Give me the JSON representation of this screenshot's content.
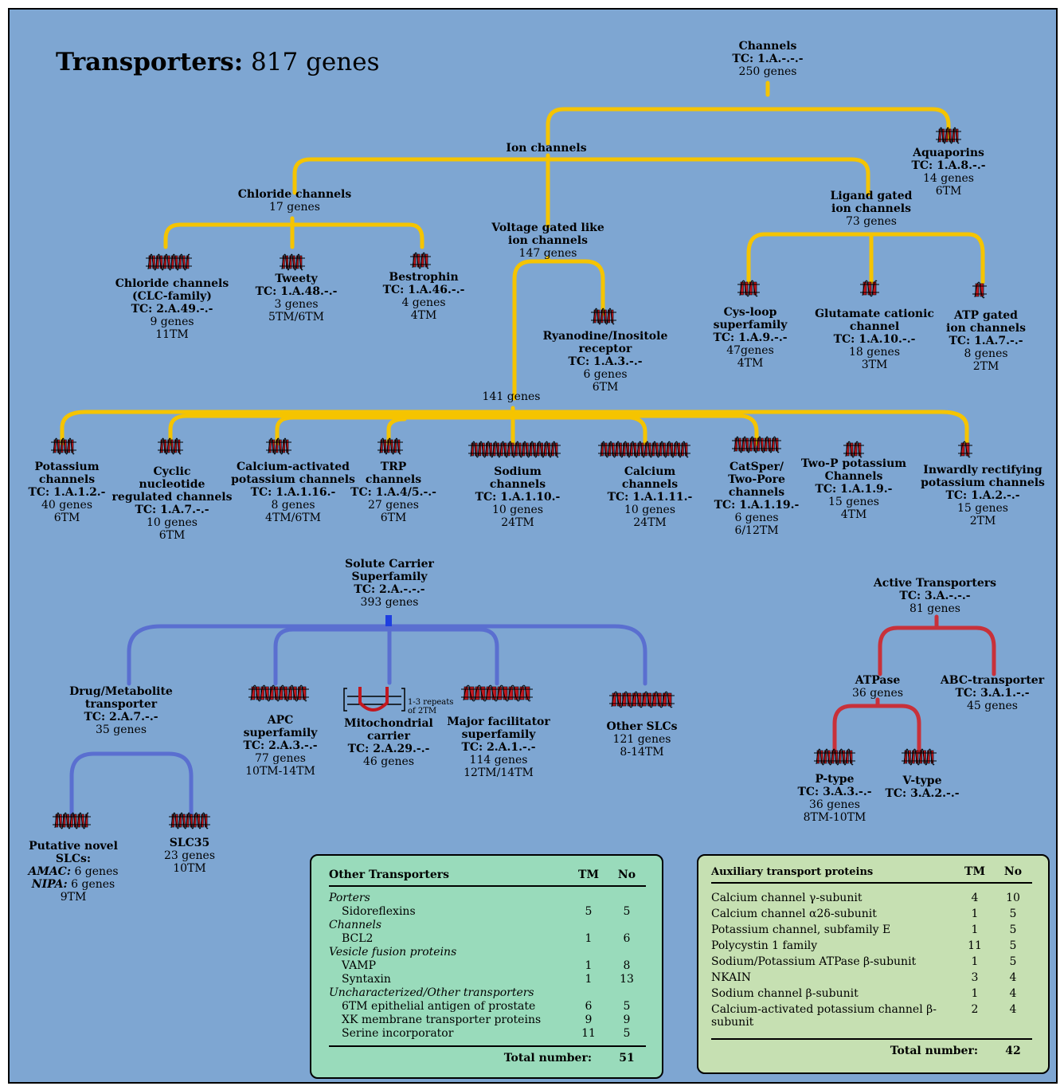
{
  "title": {
    "bold": "Transporters:",
    "rest": "817 genes"
  },
  "colors": {
    "background": "#7ea6d2",
    "channels": "#f5c400",
    "slc": "#5a6fd0",
    "active": "#c8313a",
    "helix": "#c2171f",
    "other_box": "#99dbbb",
    "aux_box": "#c6e0b2"
  },
  "channels": {
    "name": "Channels",
    "tc": "TC: 1.A.-.-.-",
    "genes": "250 genes"
  },
  "ion_channels": {
    "name": "Ion channels"
  },
  "aquaporins": {
    "name": "Aquaporins",
    "tc": "TC: 1.A.8.-.-",
    "genes": "14 genes",
    "tm": "6TM"
  },
  "chloride": {
    "name": "Chloride channels",
    "genes": "17 genes"
  },
  "clc": {
    "name1": "Chloride channels",
    "name2": "(CLC-family)",
    "tc": "TC: 2.A.49.-.-",
    "genes": "9 genes",
    "tm": "11TM"
  },
  "tweety": {
    "name": "Tweety",
    "tc": "TC: 1.A.48.-.-",
    "genes": "3 genes",
    "tm": "5TM/6TM"
  },
  "bestrophin": {
    "name": "Bestrophin",
    "tc": "TC: 1.A.46.-.-",
    "genes": "4 genes",
    "tm": "4TM"
  },
  "voltage": {
    "name1": "Voltage gated like",
    "name2": "ion channels",
    "genes": "147 genes"
  },
  "ryanodine": {
    "name1": "Ryanodine/Inositole",
    "name2": "receptor",
    "tc": "TC: 1.A.3.-.-",
    "genes": "6 genes",
    "tm": "6TM"
  },
  "ligand": {
    "name1": "Ligand gated",
    "name2": "ion channels",
    "genes": "73 genes"
  },
  "cysloop": {
    "name1": "Cys-loop",
    "name2": "superfamily",
    "tc": "TC: 1.A.9.-.-",
    "genes": "47genes",
    "tm": "4TM"
  },
  "glutamate": {
    "name1": "Glutamate cationic",
    "name2": "channel",
    "tc": "TC: 1.A.10.-.-",
    "genes": "18 genes",
    "tm": "3TM"
  },
  "atpgated": {
    "name1": "ATP gated",
    "name2": "ion channels",
    "tc": "TC: 1.A.7.-.-",
    "genes": "8 genes",
    "tm": "2TM"
  },
  "vg141": {
    "genes": "141 genes"
  },
  "potassium": {
    "name1": "Potassium",
    "name2": "channels",
    "tc": "TC: 1.A.1.2.-",
    "genes": "40 genes",
    "tm": "6TM"
  },
  "cyclic": {
    "name1": "Cyclic",
    "name2": "nucleotide",
    "name3": "regulated channels",
    "tc": "TC: 1.A.7.-.-",
    "genes": "10 genes",
    "tm": "6TM"
  },
  "cak": {
    "name1": "Calcium-activated",
    "name2": "potassium channels",
    "tc": "TC: 1.A.1.16.-",
    "genes": "8 genes",
    "tm": "4TM/6TM"
  },
  "trp": {
    "name1": "TRP",
    "name2": "channels",
    "tc": "TC: 1.A.4/5.-.-",
    "genes": "27 genes",
    "tm": "6TM"
  },
  "sodium": {
    "name1": "Sodium",
    "name2": "channels",
    "tc": "TC: 1.A.1.10.-",
    "genes": "10 genes",
    "tm": "24TM"
  },
  "calcium": {
    "name1": "Calcium",
    "name2": "channels",
    "tc": "TC: 1.A.1.11.-",
    "genes": "10 genes",
    "tm": "24TM"
  },
  "catsper": {
    "name1": "CatSper/",
    "name2": "Two-Pore",
    "name3": "channels",
    "tc": "TC: 1.A.1.19.-",
    "genes": "6 genes",
    "tm": "6/12TM"
  },
  "twop": {
    "name1": "Two-P potassium",
    "name2": "Channels",
    "tc": "TC: 1.A.1.9.-",
    "genes": "15 genes",
    "tm": "4TM"
  },
  "inward": {
    "name1": "Inwardly rectifying",
    "name2": "potassium channels",
    "tc": "TC: 1.A.2.-.-",
    "genes": "15 genes",
    "tm": "2TM"
  },
  "slc": {
    "name1": "Solute Carrier",
    "name2": "Superfamily",
    "tc": "TC: 2.A.-.-.-",
    "genes": "393 genes"
  },
  "drug": {
    "name1": "Drug/Metabolite",
    "name2": "transporter",
    "tc": "TC: 2.A.7.-.-",
    "genes": "35 genes"
  },
  "apc": {
    "name1": "APC",
    "name2": "superfamily",
    "tc": "TC: 2.A.3.-.-",
    "genes": "77 genes",
    "tm": "10TM-14TM"
  },
  "mito": {
    "name1": "Mitochondrial",
    "name2": "carrier",
    "tc": "TC: 2.A.29.-.-",
    "genes": "46 genes",
    "note1": "1-3 repeats",
    "note2": "of 2TM"
  },
  "mfs": {
    "name1": "Major facilitator",
    "name2": "superfamily",
    "tc": "TC: 2.A.1.-.-",
    "genes": "114 genes",
    "tm": "12TM/14TM"
  },
  "other_slc": {
    "name": "Other SLCs",
    "genes": "121 genes",
    "tm": "8-14TM"
  },
  "putative": {
    "name1": "Putative novel",
    "name2": "SLCs:",
    "amac": "AMAC:",
    "amac_genes": "6 genes",
    "nipa": "NIPA:",
    "nipa_genes": "6 genes",
    "tm": "9TM"
  },
  "slc35": {
    "name": "SLC35",
    "genes": "23 genes",
    "tm": "10TM"
  },
  "active": {
    "name": "Active Transporters",
    "tc": "TC: 3.A.-.-.-",
    "genes": "81 genes"
  },
  "atpase": {
    "name": "ATPase",
    "genes": "36 genes"
  },
  "abc": {
    "name": "ABC-transporter",
    "tc": "TC: 3.A.1.-.-",
    "genes": "45 genes"
  },
  "ptype": {
    "name": "P-type",
    "tc": "TC: 3.A.3.-.-",
    "genes": "36 genes",
    "tm": "8TM-10TM"
  },
  "vtype": {
    "name": "V-type",
    "tc": "TC: 3.A.2.-.-"
  },
  "other_table": {
    "header": {
      "label": "Other Transporters",
      "tm": "TM",
      "no": "No"
    },
    "rows": [
      {
        "kind": "cat",
        "label": "Porters"
      },
      {
        "kind": "item",
        "label": "Sidoreflexins",
        "tm": "5",
        "no": "5"
      },
      {
        "kind": "cat",
        "label": "Channels"
      },
      {
        "kind": "item",
        "label": "BCL2",
        "tm": "1",
        "no": "6"
      },
      {
        "kind": "cat",
        "label": "Vesicle fusion proteins"
      },
      {
        "kind": "item",
        "label": "VAMP",
        "tm": "1",
        "no": "8"
      },
      {
        "kind": "item",
        "label": "Syntaxin",
        "tm": "1",
        "no": "13"
      },
      {
        "kind": "cat",
        "label": "Uncharacterized/Other transporters"
      },
      {
        "kind": "item",
        "label": "6TM epithelial antigen of prostate",
        "tm": "6",
        "no": "5"
      },
      {
        "kind": "item",
        "label": "XK membrane transporter proteins",
        "tm": "9",
        "no": "9"
      },
      {
        "kind": "item",
        "label": "Serine incorporator",
        "tm": "11",
        "no": "5"
      }
    ],
    "total_label": "Total number:",
    "total": "51"
  },
  "aux_table": {
    "header": {
      "label": "Auxiliary transport proteins",
      "tm": "TM",
      "no": "No"
    },
    "rows": [
      {
        "label": "Calcium channel γ-subunit",
        "tm": "4",
        "no": "10"
      },
      {
        "label": "Calcium channel α2δ-subunit",
        "tm": "1",
        "no": "5"
      },
      {
        "label": "Potassium channel, subfamily E",
        "tm": "1",
        "no": "5"
      },
      {
        "label": "Polycystin 1 family",
        "tm": "11",
        "no": "5"
      },
      {
        "label": "Sodium/Potassium ATPase β-subunit",
        "tm": "1",
        "no": "5"
      },
      {
        "label": "NKAIN",
        "tm": "3",
        "no": "4"
      },
      {
        "label": "Sodium channel β-subunit",
        "tm": "1",
        "no": "4"
      },
      {
        "label": "Calcium-activated potassium channel β-subunit",
        "tm": "2",
        "no": "4"
      }
    ],
    "total_label": "Total number:",
    "total": "42"
  }
}
